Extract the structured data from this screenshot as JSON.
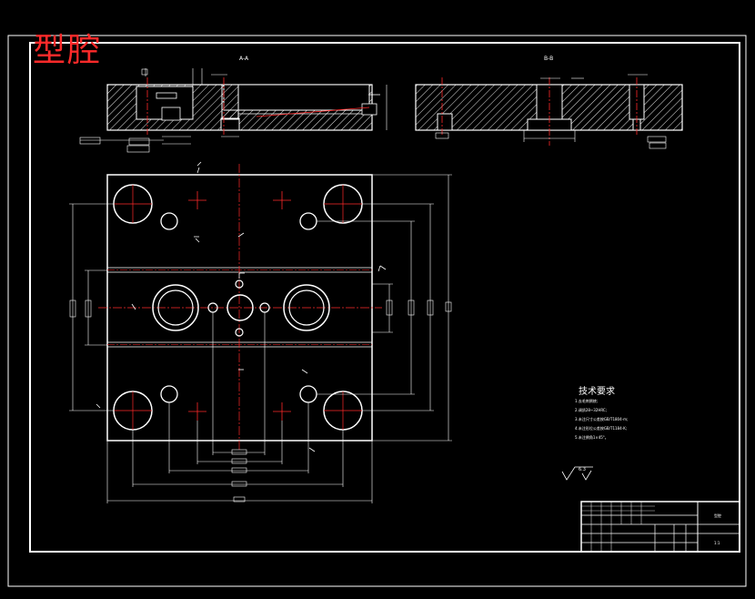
{
  "drawing": {
    "title_stamp": "型腔",
    "section_views": {
      "left": "A-A",
      "right": "B-B"
    },
    "tech_requirements": {
      "title": "技术要求",
      "notes": [
        "1.去毛刺倒棱;",
        "2.调质28~32HRC;",
        "3.未注尺寸公差按GB/T1804-m;",
        "4.未注形位公差按GB/T1184-K;",
        "5.未注倒角1×45°。"
      ]
    },
    "roughness_symbol": "6.3",
    "title_block": {
      "part_name": "型腔",
      "scale": "1:1"
    }
  },
  "colors": {
    "background": "#000000",
    "line": "#ffffff",
    "centerline": "#ff2a2a",
    "stamp": "#ff2a2a"
  }
}
